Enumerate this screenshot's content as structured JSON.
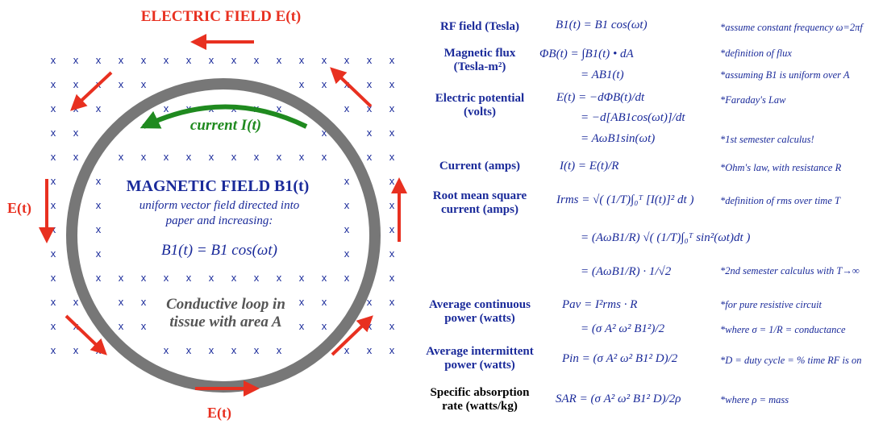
{
  "diagram": {
    "title_efield": "ELECTRIC FIELD E(t)",
    "e_label": "E(t)",
    "current_label": "current I(t)",
    "mag_title": "MAGNETIC FIELD B1(t)",
    "mag_desc1": "uniform vector field directed into",
    "mag_desc2": "paper and increasing:",
    "mag_eq": "B1(t) = B1 cos(ωt)",
    "loop1": "Conductive loop in",
    "loop2": "tissue with area A",
    "x_symbol": "x",
    "colors": {
      "red": "#e83020",
      "green": "#1f8a1f",
      "blue": "#1a2a9a",
      "gray": "#777777"
    }
  },
  "rows": [
    {
      "label": "RF field (Tesla)",
      "eq": "B1(t) = B1 cos(ωt)",
      "note": "*assume constant frequency ω=2πf"
    },
    {
      "label": "Magnetic flux (Tesla-m²)",
      "eq": "ΦB(t) = ∫B1(t) • dA",
      "note": "*definition of flux"
    },
    {
      "label": "",
      "eq": "= AB1(t)",
      "note": "*assuming B1 is uniform over A"
    },
    {
      "label": "Electric potential (volts)",
      "eq": "E(t) = −dΦB(t)/dt",
      "note": "*Faraday's Law"
    },
    {
      "label": "",
      "eq": "= −d[AB1cos(ωt)]/dt",
      "note": ""
    },
    {
      "label": "",
      "eq": "= AωB1sin(ωt)",
      "note": "*1st semester calculus!"
    },
    {
      "label": "Current (amps)",
      "eq": "I(t) = E(t)/R",
      "note": "*Ohm's law, with resistance R"
    },
    {
      "label": "Root mean square current (amps)",
      "eq": "Irms = √( (1/T)∫₀ᵀ [I(t)]² dt )",
      "note": "*definition of rms over time T"
    },
    {
      "label": "",
      "eq": "= (AωB1/R) √( (1/T)∫₀ᵀ sin²(ωt)dt )",
      "note": ""
    },
    {
      "label": "",
      "eq": "= (AωB1/R) · 1/√2",
      "note": "*2nd semester calculus with T→∞"
    },
    {
      "label": "Average continuous power (watts)",
      "eq": "Pav = I²rms · R",
      "note": "*for pure resistive circuit"
    },
    {
      "label": "",
      "eq": "= (σ A² ω² B1²)/2",
      "note": "*where σ = 1/R = conductance"
    },
    {
      "label": "Average intermittent power (watts)",
      "eq": "Pin = (σ A² ω² B1² D)/2",
      "note": "*D = duty cycle = % time RF is on"
    },
    {
      "label": "Specific absorption rate (watts/kg)",
      "eq": "SAR = (σ A² ω² B1² D)/2ρ",
      "note": "*where ρ = mass"
    }
  ]
}
